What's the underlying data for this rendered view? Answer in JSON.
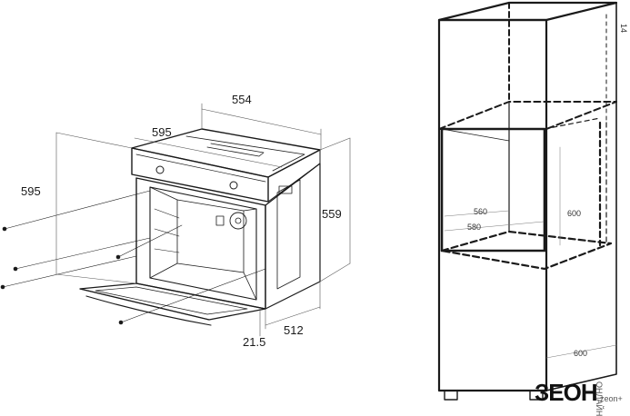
{
  "oven": {
    "dimensions": {
      "depth_total": "554",
      "width_front": "595",
      "height_front": "595",
      "height_body": "559",
      "door_thickness": "21.5",
      "depth_body": "512"
    }
  },
  "cabinet": {
    "dimensions": {
      "top_offset": "14",
      "niche_width_a": "560",
      "niche_width_b": "580",
      "niche_height": "600",
      "cabinet_depth": "600"
    }
  },
  "brand": {
    "logo_text": "ЗЕОН",
    "logo_vertical": "ОНЛАЙН",
    "site_text": "zeon+"
  },
  "colors": {
    "line": "#1a1a1a",
    "background": "#ffffff"
  }
}
